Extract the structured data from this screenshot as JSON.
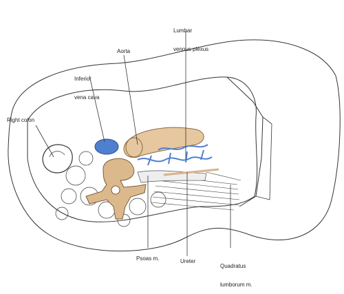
{
  "labels": {
    "lumbar_venous_plexus": [
      "Lumbar",
      "venous plexus"
    ],
    "aorta": "Aorta",
    "inferior_vena_cava": [
      "Inferior",
      "vena cava"
    ],
    "right_colon": "Right colon",
    "psoas": "Psoas m.",
    "ureter": "Ureter",
    "quadratus_lumborum": [
      "Quadratus",
      "lumborum m."
    ]
  },
  "colors": {
    "vein_blue": "#4f7fcf",
    "artery_tan": "#e7c79f",
    "vertebra_tan": "#dcb98c",
    "ink": "#333333"
  }
}
